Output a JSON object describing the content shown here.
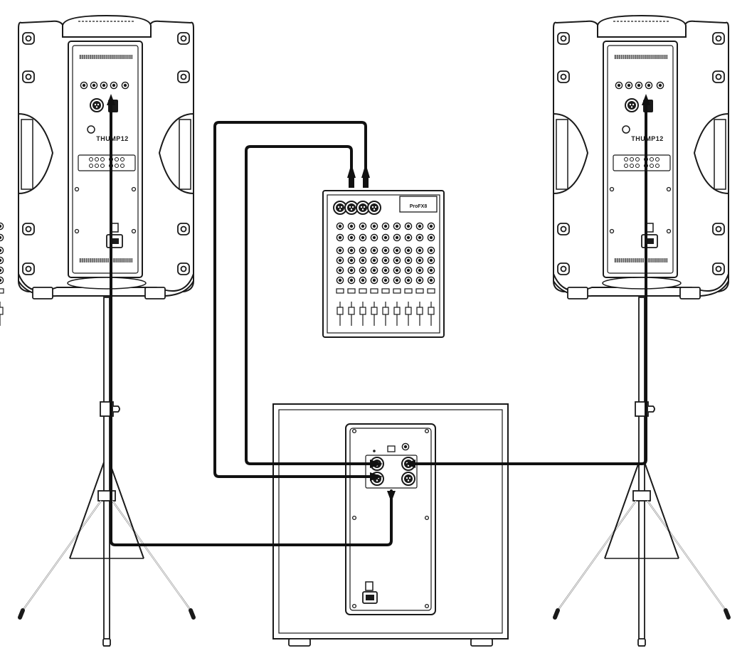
{
  "speaker_left": {
    "model_label": "THUMP12"
  },
  "speaker_right": {
    "model_label": "THUMP12"
  },
  "mixer": {
    "model_label": "ProFX8"
  },
  "subwoofer": {}
}
